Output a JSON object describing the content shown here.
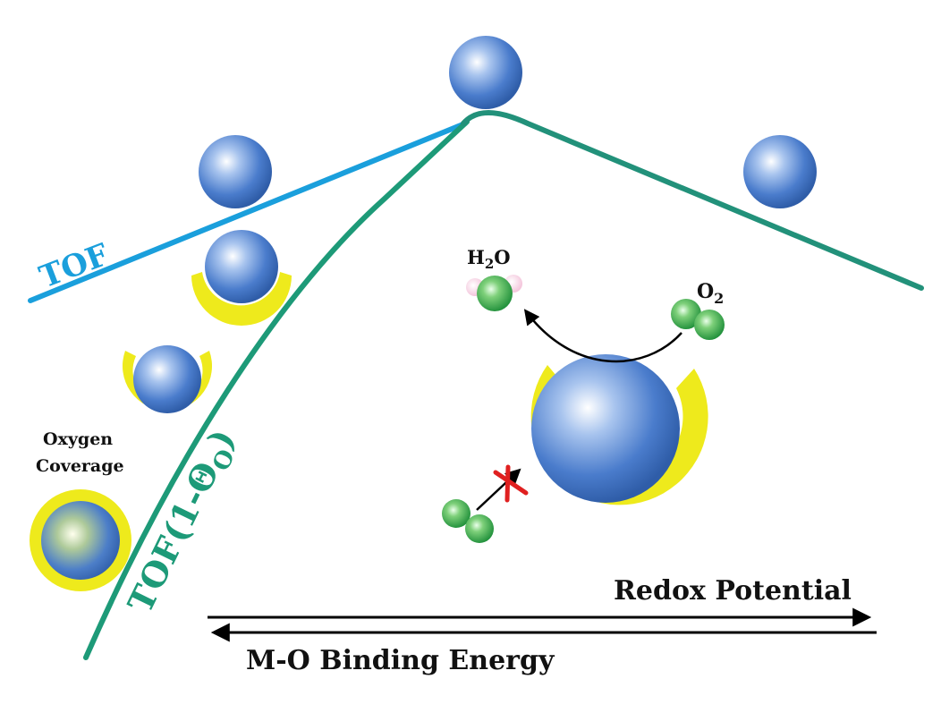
{
  "labels": {
    "tof": "TOF",
    "tof_theta_prefix": "TOF(1-",
    "tof_theta_symbol": "Θ",
    "tof_theta_sub": "O",
    "tof_theta_suffix": ")",
    "oxygen": "Oxygen",
    "coverage": "Coverage",
    "water_h": "H",
    "water_sub": "2",
    "water_o": "O",
    "o2_o": "O",
    "o2_sub": "2",
    "redox_potential": "Redox Potential",
    "binding_energy": "M-O Binding Energy"
  },
  "colors": {
    "tof_line": "#1a9fdc",
    "tof_theta_line": "#1d9a78",
    "right_branch": "#22917a",
    "coverage_yellow": "#eeea1c",
    "sphere_blue": "#3c6fc0",
    "oxygen_green": "#27a244",
    "hydrogen_pink": "#f2bcd6",
    "blocked_cross": "#e02020",
    "arrow": "#000000"
  },
  "icons": {
    "blocked": "cross-mark-icon",
    "reaction": "curved-arrow-icon"
  }
}
